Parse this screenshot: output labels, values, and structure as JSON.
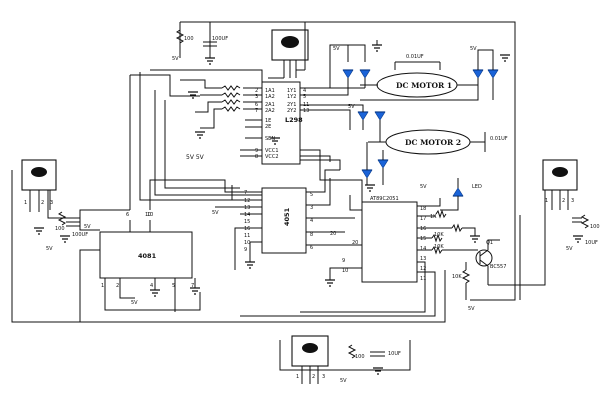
{
  "chips": {
    "l298": {
      "label": "L298",
      "pins": [
        "1A1",
        "1A2",
        "2A1",
        "2A2",
        "1E",
        "2E",
        "SEN",
        "VCC1",
        "VCC2"
      ],
      "out_pins": [
        "1Y1",
        "1Y2",
        "2Y1",
        "2Y2"
      ],
      "side_nums": [
        "2",
        "3",
        "6",
        "7",
        "4",
        "5",
        "11",
        "13",
        "9",
        "8"
      ]
    },
    "cd4051_mid": {
      "label": "4051",
      "pins_left": [
        "7",
        "12",
        "13",
        "14",
        "15",
        "16",
        "11",
        "10",
        "9"
      ],
      "pins_right": [
        "5",
        "3",
        "4",
        "8",
        "6"
      ]
    },
    "cd4051_left": {
      "label": "4081",
      "pins_top": [
        "6",
        "10"
      ],
      "pins_bottom": [
        "1",
        "2",
        "4",
        "5",
        "7"
      ]
    },
    "mcu": {
      "label": "AT89C2051",
      "pins_right": [
        "18",
        "17",
        "16",
        "15",
        "14",
        "13",
        "12",
        "11"
      ],
      "pins_left": [
        "20",
        "10"
      ]
    }
  },
  "motors": [
    {
      "label": "DC MOTOR 1",
      "cap": "0.01UF"
    },
    {
      "label": "DC MOTOR 2",
      "cap": "0.01UF"
    }
  ],
  "labels": {
    "sv1": "5V",
    "sv2": "5V",
    "sv3": "5V",
    "sv4": "5V",
    "sv5": "5V",
    "sv6": "5V",
    "sv7": "5V",
    "sv8": "5V",
    "sv9": "5V",
    "sv10": "5V",
    "sv_l298": "5V  5V",
    "res_100": "100",
    "cap_100uf": "100UF",
    "res_10k": "10K",
    "res_1k": "1K",
    "res_1k2": "10K",
    "res_1k3": "10K",
    "res_10k_b": "10K",
    "led": "LED",
    "transistor": "Q1",
    "transistor_part": "BC557",
    "pin_a": "1",
    "pin_b": "2",
    "pin_c": "3",
    "pin_d": "1",
    "pin_e": "2",
    "pin_f": "3",
    "pin_g": "1",
    "pin_h": "2",
    "pin_i": "3",
    "sensor_res_left": "100",
    "sensor_cap_left": "100UF",
    "sensor_res_right": "100",
    "sensor_cap_right": "10UF",
    "sensor_res_bottom": "100",
    "sensor_cap_bottom": "10UF",
    "top_res": "100",
    "top_cap": "100UF",
    "num_9": "9",
    "num_20": "20",
    "num_10": "10"
  },
  "colors": {
    "wire": "#111111",
    "diode": "#1a63d8",
    "background": "#ffffff"
  }
}
